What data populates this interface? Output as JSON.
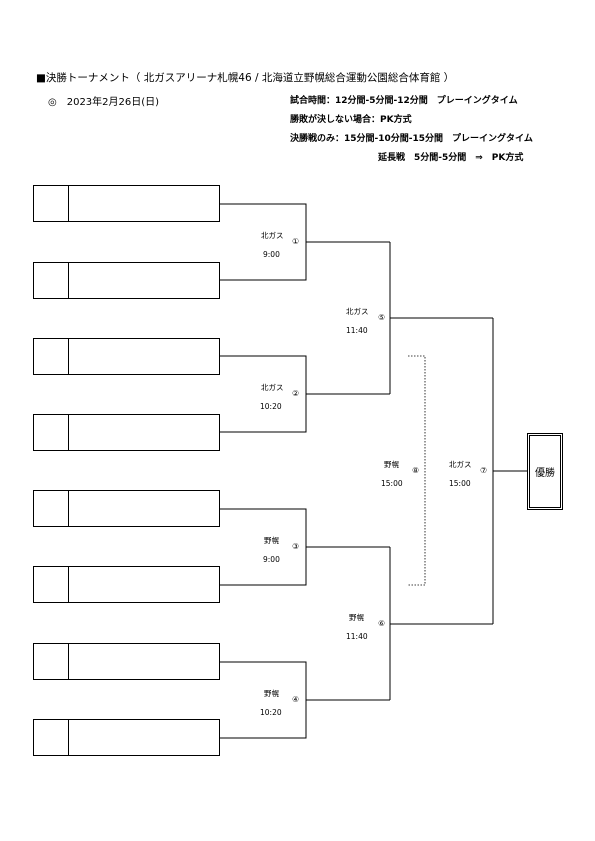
{
  "header": {
    "title": "■決勝トーナメント（ 北ガスアリーナ札幌46 / 北海道立野幌総合運動公園総合体育館 ）",
    "date": "◎　2023年2月26日(日)",
    "rules": [
      "試合時間：12分間-5分間-12分間　プレーイングタイム",
      "勝敗が決しない場合：PK方式",
      "決勝戦のみ：15分間-10分間-15分間　プレーイングタイム",
      "延長戦　5分間-5分間　⇒　PK方式"
    ]
  },
  "matches": [
    {
      "id": "m1",
      "no": "①",
      "venue": "北ガス",
      "time": "9:00"
    },
    {
      "id": "m2",
      "no": "②",
      "venue": "北ガス",
      "time": "10:20"
    },
    {
      "id": "m3",
      "no": "③",
      "venue": "野幌",
      "time": "9:00"
    },
    {
      "id": "m4",
      "no": "④",
      "venue": "野幌",
      "time": "10:20"
    },
    {
      "id": "m5",
      "no": "⑤",
      "venue": "北ガス",
      "time": "11:40"
    },
    {
      "id": "m6",
      "no": "⑥",
      "venue": "野幌",
      "time": "11:40"
    },
    {
      "id": "m7",
      "no": "⑦",
      "venue": "北ガス",
      "time": "15:00"
    },
    {
      "id": "m8",
      "no": "⑧",
      "venue": "野幌",
      "time": "15:00"
    }
  ],
  "champion_label": "優勝"
}
